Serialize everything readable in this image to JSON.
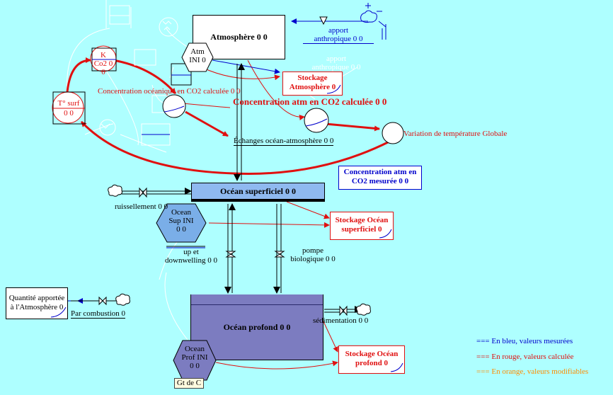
{
  "stocks": {
    "atmosphere": "Atmosphère 0 0",
    "ocean_superficiel": "Océan superficiel 0 0",
    "ocean_profond": "Océan profond 0 0"
  },
  "hexagons": {
    "atm_ini_line1": "Atm",
    "atm_ini_line2": "INI 0",
    "ocean_sup_ini_line1": "Ocean",
    "ocean_sup_ini_line2": "Sup INI",
    "ocean_sup_ini_line3": "0 0",
    "ocean_prof_ini_line1": "Ocean",
    "ocean_prof_ini_line2": "Prof INI",
    "ocean_prof_ini_line3": "0 0"
  },
  "converters": {
    "k_co2_line1": "K",
    "k_co2_line2": "Co2 0",
    "k_co2_line3": "0",
    "t_surf_line1": "T° surf",
    "t_surf_line2": "0 0"
  },
  "flows": {
    "apport_line1": "apport",
    "apport_line2": "anthropique 0 0",
    "apport_ghost_line1": "apport",
    "apport_ghost_line2": "anthropique 0 0",
    "echanges": "Échanges océan-atmosphère 0 0",
    "ruissellement": "ruissellement 0 0",
    "updown_line1": "up et",
    "updown_line2": "downwelling 0 0",
    "pompe_line1": "pompe",
    "pompe_line2": "biologique 0 0",
    "sedimentation": "sédimentation 0 0",
    "combustion": "Par combustion 0"
  },
  "variables": {
    "conc_oceanique": "Concentration océanique en CO2 calculée 0 0",
    "conc_atm_calc": "Concentration atm en CO2 calculée 0 0",
    "variation_temp": "Variation de température Globale"
  },
  "graph_boxes": {
    "stockage_atm_line1": "Stockage",
    "stockage_atm_line2": "Atmosphère 0",
    "conc_mesuree_line1": "Concentration atm en",
    "conc_mesuree_line2": "CO2 mesurée 0 0",
    "stockage_ocean_sup_line1": "Stockage Océan",
    "stockage_ocean_sup_line2": "superficiel 0",
    "stockage_ocean_prof_line1": "Stockage Océan",
    "stockage_ocean_prof_line2": "profond 0",
    "quantite_line1": "Quantité apportée",
    "quantite_line2": "à l'Atmosphère 0"
  },
  "gt_de_c": "Gt de C",
  "legend": {
    "blue": "=== En bleu, valeurs mesurées",
    "red": "=== En rouge, valeurs calculée",
    "orange": "=== En orange, valeurs modifiables"
  },
  "colors": {
    "background": "#aeffff",
    "measured": "#0000cc",
    "calculated": "#e01010",
    "modifiable": "#ff8c00",
    "ocean_sup": "#8fb9f0",
    "ocean_prof": "#7c7cc0",
    "hexagon": "#7aaee8"
  }
}
